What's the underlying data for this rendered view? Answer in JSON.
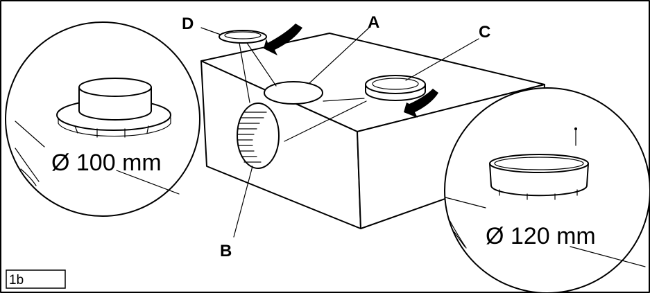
{
  "labels": {
    "a": "A",
    "b": "B",
    "c": "C",
    "d": "D"
  },
  "dimensions": {
    "left": "Ø 100 mm",
    "right": "Ø 120 mm"
  },
  "figure_tag": "1b",
  "colors": {
    "ink": "#000000",
    "paper": "#ffffff"
  }
}
